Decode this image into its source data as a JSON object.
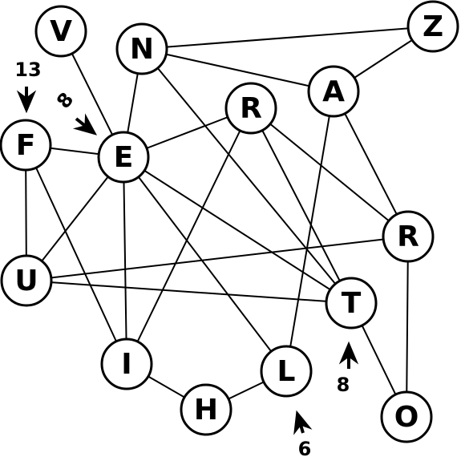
{
  "diagram": {
    "nodes": [
      {
        "id": "v",
        "label": "V"
      },
      {
        "id": "n",
        "label": "N"
      },
      {
        "id": "z",
        "label": "Z"
      },
      {
        "id": "a",
        "label": "A"
      },
      {
        "id": "r1",
        "label": "R"
      },
      {
        "id": "f",
        "label": "F"
      },
      {
        "id": "e",
        "label": "E"
      },
      {
        "id": "r2",
        "label": "R"
      },
      {
        "id": "u",
        "label": "U"
      },
      {
        "id": "t",
        "label": "T"
      },
      {
        "id": "i",
        "label": "I"
      },
      {
        "id": "l",
        "label": "L"
      },
      {
        "id": "h",
        "label": "H"
      },
      {
        "id": "o",
        "label": "O"
      }
    ],
    "edges": [
      [
        "v",
        "e"
      ],
      [
        "n",
        "e"
      ],
      [
        "n",
        "z"
      ],
      [
        "n",
        "a"
      ],
      [
        "n",
        "t"
      ],
      [
        "z",
        "a"
      ],
      [
        "a",
        "r2"
      ],
      [
        "a",
        "l"
      ],
      [
        "f",
        "e"
      ],
      [
        "f",
        "u"
      ],
      [
        "f",
        "i"
      ],
      [
        "e",
        "r1"
      ],
      [
        "e",
        "u"
      ],
      [
        "e",
        "i"
      ],
      [
        "e",
        "l"
      ],
      [
        "e",
        "t"
      ],
      [
        "r1",
        "i"
      ],
      [
        "r1",
        "t"
      ],
      [
        "r1",
        "r2"
      ],
      [
        "u",
        "r2"
      ],
      [
        "u",
        "t"
      ],
      [
        "t",
        "o"
      ],
      [
        "r2",
        "o"
      ],
      [
        "i",
        "h"
      ],
      [
        "h",
        "l"
      ]
    ],
    "clues": [
      {
        "id": "clue-f",
        "number": "13",
        "target": "f"
      },
      {
        "id": "clue-e",
        "number": "8",
        "target": "e"
      },
      {
        "id": "clue-t",
        "number": "8",
        "target": "t"
      },
      {
        "id": "clue-l",
        "number": "6",
        "target": "l"
      }
    ]
  }
}
